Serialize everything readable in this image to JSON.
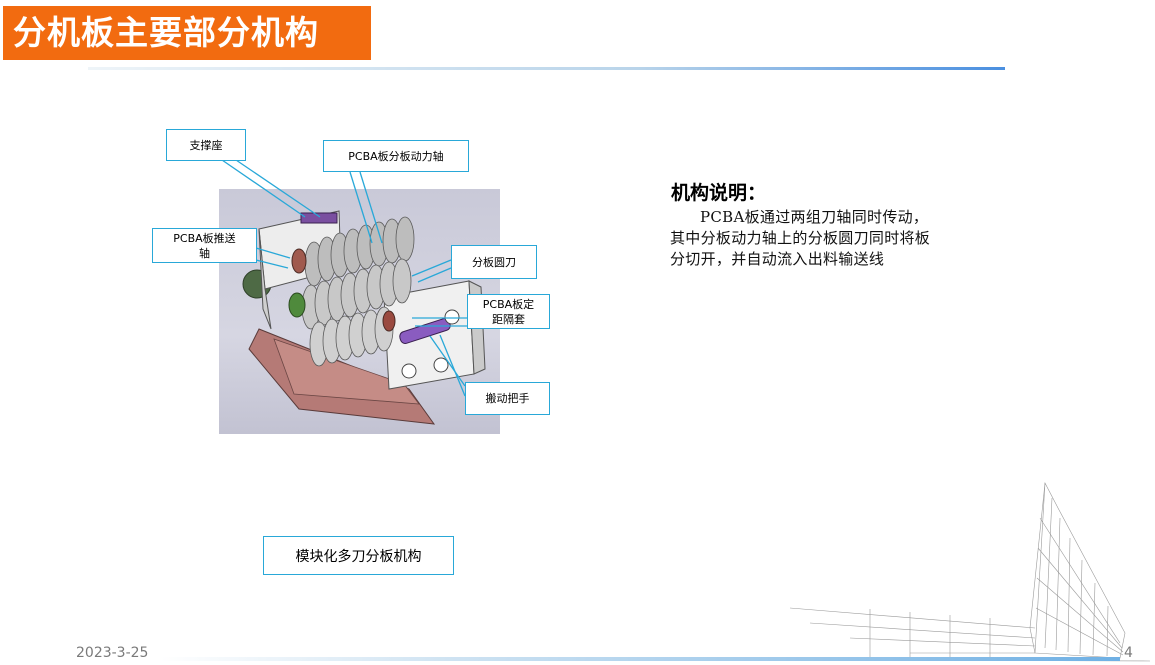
{
  "slide": {
    "title": "分机板主要部分机构",
    "date": "2023-3-25",
    "page_number": "4"
  },
  "diagram": {
    "callouts": {
      "support_seat": "支撑座",
      "power_shaft": "PCBA板分板动力轴",
      "push_shaft_line1": "PCBA板推送",
      "push_shaft_line2": "轴",
      "circular_blade": "分板圆刀",
      "spacer_line1": "PCBA板定",
      "spacer_line2": "距隔套",
      "handle": "搬动把手"
    },
    "caption": "模块化多刀分板机构"
  },
  "description": {
    "heading": "机构说明：",
    "body": "PCBA板通过两组刀轴同时传动，其中分板动力轴上的分板圆刀同时将板分切开，并自动流入出料输送线"
  },
  "colors": {
    "title_bg": "#f26b10",
    "callout_border": "#29a8d8",
    "accent_blue": "#4a8fe0"
  }
}
